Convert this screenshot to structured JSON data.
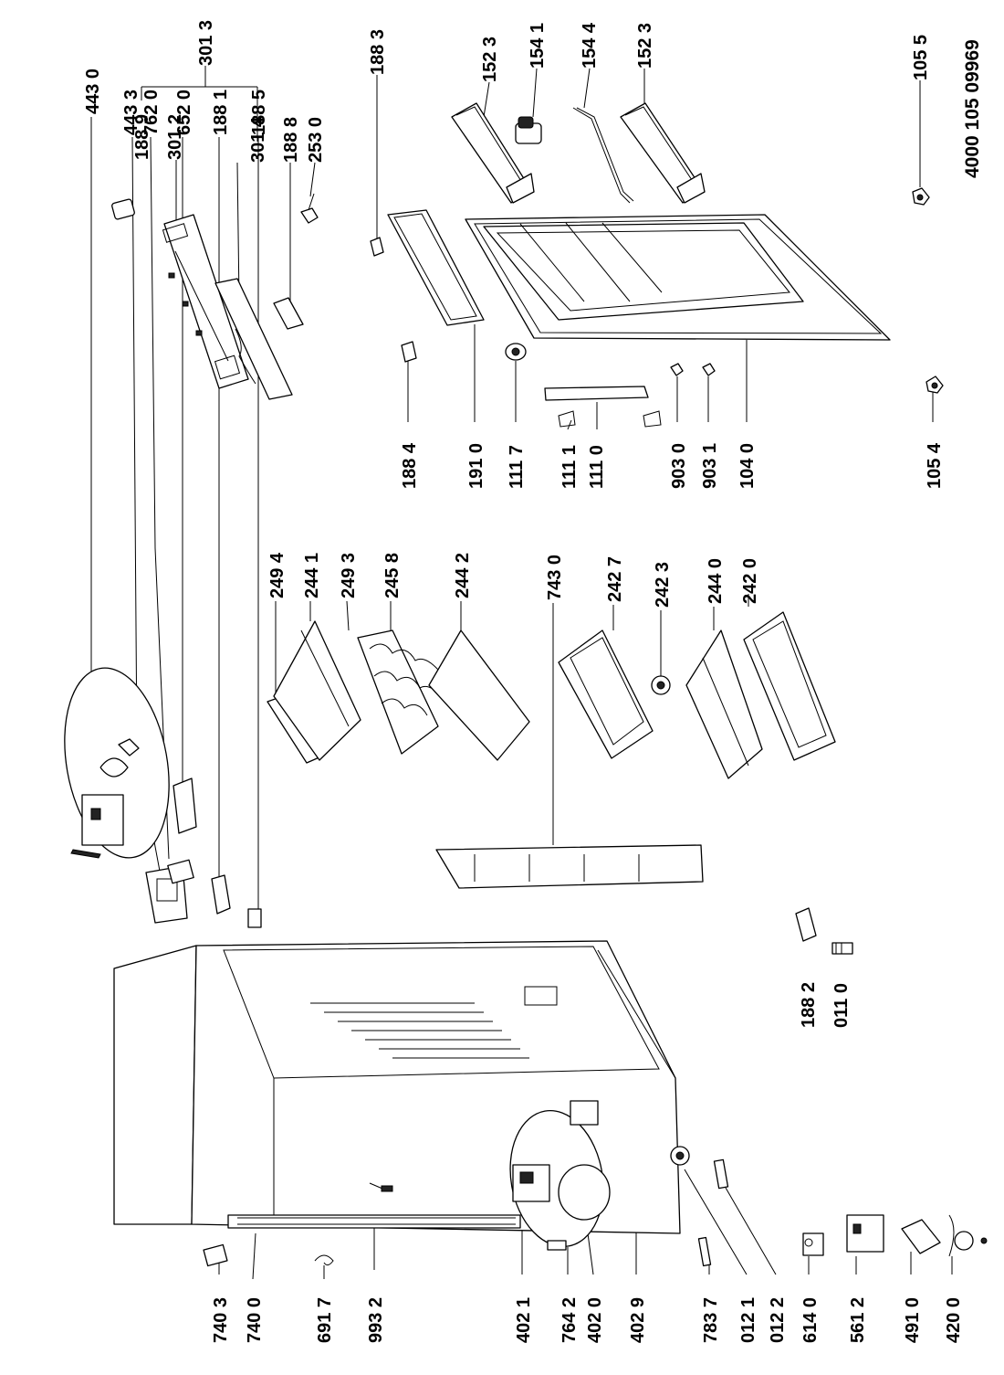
{
  "doc_number": "4000 105 09969",
  "labels": [
    {
      "key": "a_301_3",
      "text": "301 3"
    },
    {
      "key": "a_188_9",
      "text": "188 9"
    },
    {
      "key": "a_301_2",
      "text": "301 2"
    },
    {
      "key": "a_301_4",
      "text": "301 4"
    },
    {
      "key": "a_188_8",
      "text": "188 8"
    },
    {
      "key": "a_253_0",
      "text": "253 0"
    },
    {
      "key": "a_188_3",
      "text": "188 3"
    },
    {
      "key": "a_152_3a",
      "text": "152 3"
    },
    {
      "key": "a_154_1",
      "text": "154 1"
    },
    {
      "key": "a_154_4",
      "text": "154 4"
    },
    {
      "key": "a_152_3b",
      "text": "152 3"
    },
    {
      "key": "a_105_5",
      "text": "105 5"
    },
    {
      "key": "a_188_4",
      "text": "188 4"
    },
    {
      "key": "a_191_0",
      "text": "191 0"
    },
    {
      "key": "a_111_7",
      "text": "111 7"
    },
    {
      "key": "a_111_1",
      "text": "111 1"
    },
    {
      "key": "a_111_0",
      "text": "111 0"
    },
    {
      "key": "a_903_0",
      "text": "903 0"
    },
    {
      "key": "a_903_1",
      "text": "903 1"
    },
    {
      "key": "a_104_0",
      "text": "104 0"
    },
    {
      "key": "a_105_4",
      "text": "105 4"
    },
    {
      "key": "a_443_0",
      "text": "443 0"
    },
    {
      "key": "a_443_3",
      "text": "443 3"
    },
    {
      "key": "a_762_0",
      "text": "762 0"
    },
    {
      "key": "a_652_0",
      "text": "652 0"
    },
    {
      "key": "a_188_1",
      "text": "188 1"
    },
    {
      "key": "a_188_5",
      "text": "188 5"
    },
    {
      "key": "a_249_4",
      "text": "249 4"
    },
    {
      "key": "a_244_1",
      "text": "244 1"
    },
    {
      "key": "a_249_3",
      "text": "249 3"
    },
    {
      "key": "a_245_8",
      "text": "245 8"
    },
    {
      "key": "a_244_2",
      "text": "244 2"
    },
    {
      "key": "a_743_0",
      "text": "743 0"
    },
    {
      "key": "a_242_7",
      "text": "242 7"
    },
    {
      "key": "a_242_3",
      "text": "242 3"
    },
    {
      "key": "a_244_0",
      "text": "244 0"
    },
    {
      "key": "a_242_0",
      "text": "242 0"
    },
    {
      "key": "a_188_2",
      "text": "188 2"
    },
    {
      "key": "a_011_0",
      "text": "011 0"
    },
    {
      "key": "a_740_3",
      "text": "740 3"
    },
    {
      "key": "a_740_0",
      "text": "740 0"
    },
    {
      "key": "a_691_7",
      "text": "691 7"
    },
    {
      "key": "a_993_2",
      "text": "993 2"
    },
    {
      "key": "a_402_1",
      "text": "402 1"
    },
    {
      "key": "a_764_2",
      "text": "764 2"
    },
    {
      "key": "a_402_0",
      "text": "402 0"
    },
    {
      "key": "a_402_9",
      "text": "402 9"
    },
    {
      "key": "a_783_7",
      "text": "783 7"
    },
    {
      "key": "a_012_1",
      "text": "012 1"
    },
    {
      "key": "a_012_2",
      "text": "012 2"
    },
    {
      "key": "a_614_0",
      "text": "614 0"
    },
    {
      "key": "a_561_2",
      "text": "561 2"
    },
    {
      "key": "a_491_0",
      "text": "491 0"
    },
    {
      "key": "a_420_0",
      "text": "420 0"
    }
  ]
}
